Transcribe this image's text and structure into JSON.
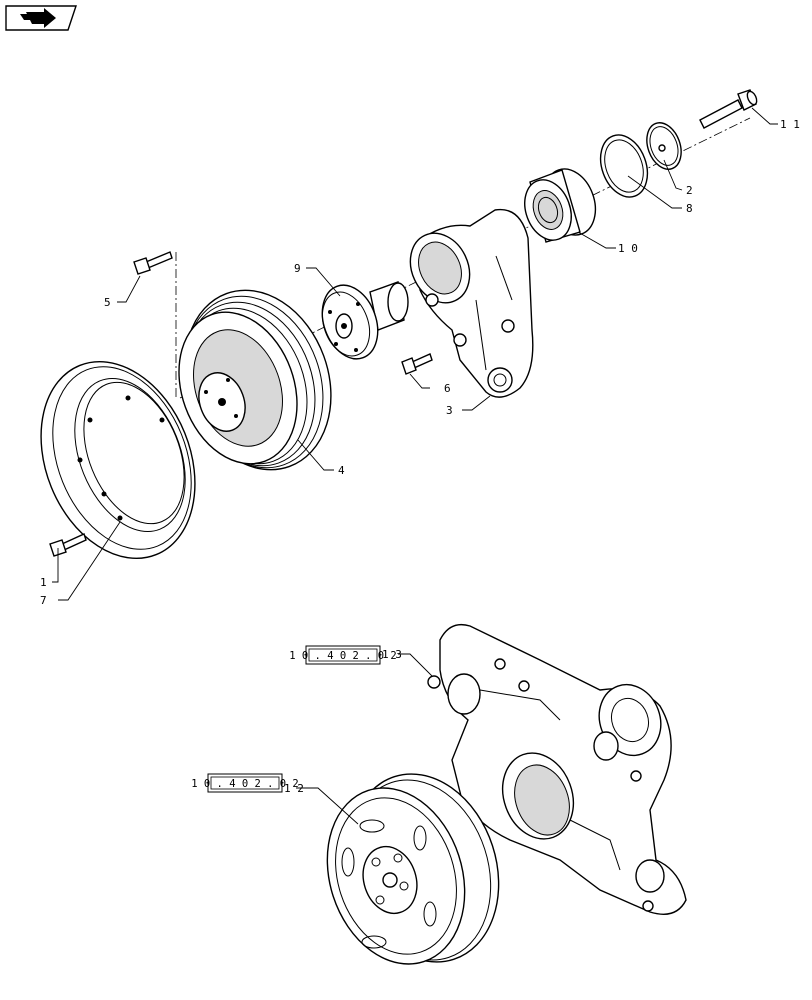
{
  "nav": {
    "icon": "arrow-icon"
  },
  "callouts": [
    {
      "id": "c1",
      "label": "1"
    },
    {
      "id": "c2",
      "label": "2"
    },
    {
      "id": "c3",
      "label": "3"
    },
    {
      "id": "c4",
      "label": "4"
    },
    {
      "id": "c5",
      "label": "5"
    },
    {
      "id": "c6",
      "label": "6"
    },
    {
      "id": "c7",
      "label": "7"
    },
    {
      "id": "c8",
      "label": "8"
    },
    {
      "id": "c9",
      "label": "9"
    },
    {
      "id": "c10",
      "label": "1 0"
    },
    {
      "id": "c11",
      "label": "1 1"
    },
    {
      "id": "c12",
      "label": "1 2"
    },
    {
      "id": "c13",
      "label": "1 3"
    }
  ],
  "references": [
    {
      "id": "r13",
      "text": "1 0 . 4 0 2 . 0 2"
    },
    {
      "id": "r12",
      "text": "1 0 . 4 0 2 . 0 2"
    }
  ]
}
